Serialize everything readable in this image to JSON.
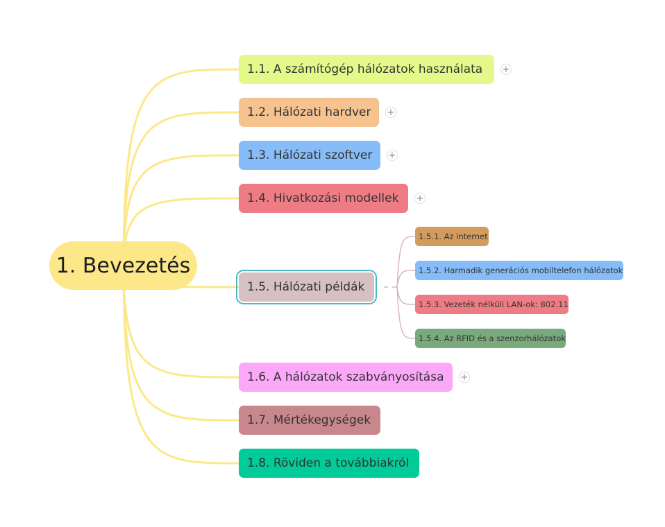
{
  "root": {
    "label": "1. Bevezetés",
    "color": "#fde889"
  },
  "connector_colors": {
    "root": "#fde889",
    "expanded_branch": "#d7b8be"
  },
  "toggle_icons": {
    "collapsed": "plus-icon",
    "expanded": "minus-icon",
    "collapsed_glyph": "+",
    "expanded_glyph": "–"
  },
  "branches": [
    {
      "id": "b1",
      "label": "1.1. A számítógép hálózatok használata",
      "color": "#e4f98a",
      "state": "collapsed"
    },
    {
      "id": "b2",
      "label": "1.2. Hálózati hardver",
      "color": "#f6c290",
      "state": "collapsed"
    },
    {
      "id": "b3",
      "label": "1.3. Hálózati szoftver",
      "color": "#86bcf7",
      "state": "collapsed"
    },
    {
      "id": "b4",
      "label": "1.4. Hivatkozási modellek",
      "color": "#ee7c84",
      "state": "collapsed"
    },
    {
      "id": "b5",
      "label": "1.5. Hálózati példák",
      "color": "#d6c0c3",
      "state": "expanded",
      "selected": true,
      "children": [
        {
          "id": "c1",
          "label": "1.5.1. Az internet",
          "color": "#d39b5e"
        },
        {
          "id": "c2",
          "label": "1.5.2. Harmadik generációs mobiltelefon hálózatok",
          "color": "#86bcf7"
        },
        {
          "id": "c3",
          "label": "1.5.3. Vezeték nélküli LAN-ok: 802.11",
          "color": "#ee7c84"
        },
        {
          "id": "c4",
          "label": "1.5.4. Az RFID és a szenzorhálózatok",
          "color": "#7aa97c"
        }
      ]
    },
    {
      "id": "b6",
      "label": "1.6. A hálózatok szabványosítása",
      "color": "#fba8f9",
      "state": "collapsed"
    },
    {
      "id": "b7",
      "label": "1.7. Mértékegységek",
      "color": "#c8878c",
      "state": "none"
    },
    {
      "id": "b8",
      "label": "1.8. Röviden a továbbiakról",
      "color": "#00cb99",
      "state": "none"
    }
  ]
}
